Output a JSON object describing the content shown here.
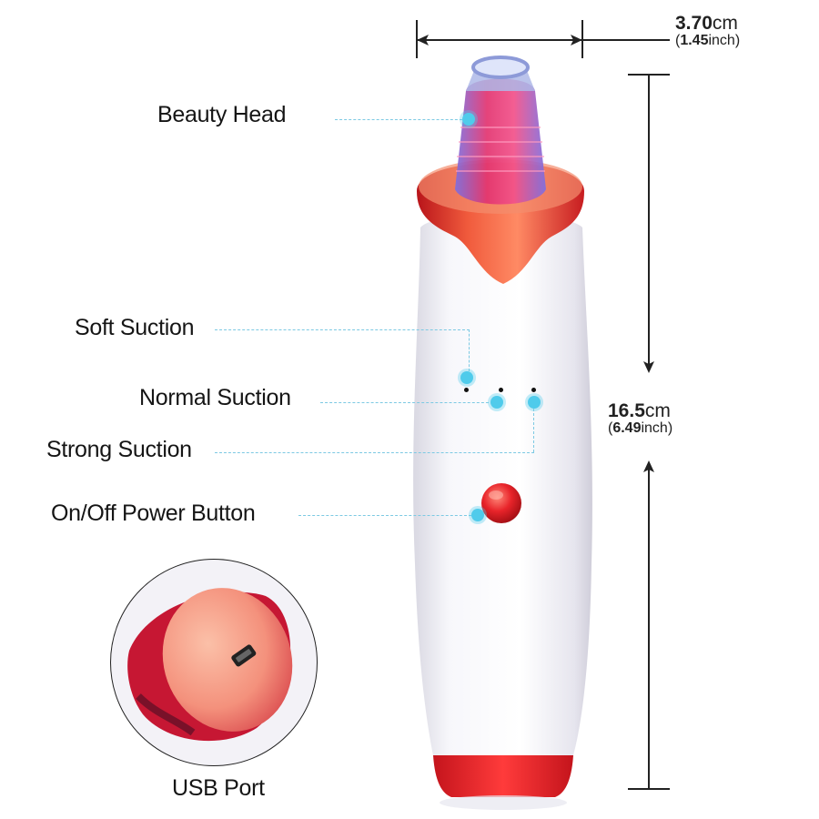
{
  "dimensions": {
    "width": {
      "cm_value": "3.70",
      "cm_unit": "cm",
      "inch_open": "(",
      "inch_value": "1.45",
      "inch_unit": "inch)"
    },
    "height": {
      "cm_value": "16.5",
      "cm_unit": "cm",
      "inch_open": "(",
      "inch_value": "6.49",
      "inch_unit": "inch)"
    }
  },
  "callouts": {
    "beauty_head": "Beauty Head",
    "soft_suction": "Soft Suction",
    "normal_suction": "Normal Suction",
    "strong_suction": "Strong Suction",
    "power_button": "On/Off Power Button",
    "usb_port": "USB Port"
  },
  "colors": {
    "accent_red": "#e8242a",
    "callout_blue": "#4fcbeb",
    "head_purple": "#8a7be8",
    "body_white": "#f4f3f8"
  }
}
